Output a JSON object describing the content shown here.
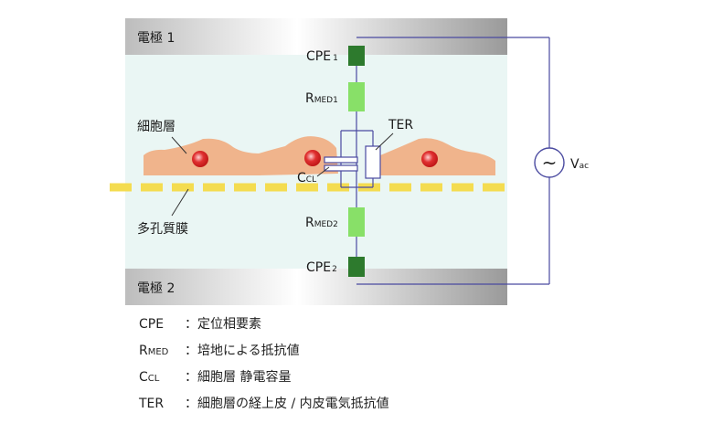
{
  "electrode_top": {
    "label": "電極 1"
  },
  "electrode_bottom": {
    "label": "電極 2"
  },
  "cell_layer": {
    "label": "細胞層"
  },
  "porous_membrane": {
    "label": "多孔質膜"
  },
  "components": {
    "cpe1": {
      "main": "CPE",
      "sub": "1"
    },
    "rmed1": {
      "main": "R",
      "sub": "MED1"
    },
    "ter": {
      "main": "TER"
    },
    "ccl": {
      "main": "C",
      "sub": "CL"
    },
    "rmed2": {
      "main": "R",
      "sub": "MED2"
    },
    "cpe2": {
      "main": "CPE",
      "sub": "2"
    }
  },
  "source": {
    "symbol": "~",
    "main": "V",
    "sub": "ac"
  },
  "legend": [
    {
      "key_main": "CPE",
      "key_sub": "",
      "desc": "：定位相要素"
    },
    {
      "key_main": "R",
      "key_sub": "MED",
      "desc": "：培地による抵抗値"
    },
    {
      "key_main": "C",
      "key_sub": "CL",
      "desc": "：細胞層 静電容量"
    },
    {
      "key_main": "TER",
      "key_sub": "",
      "desc": "：細胞層の経上皮 / 内皮電気抵抗値"
    }
  ],
  "colors": {
    "cpe": "#2d7a2d",
    "rmed": "#88e068",
    "medium": "#eaf6f4",
    "cell": "#f0b48c",
    "nucleus": "#e03030",
    "membrane": "#f4dc50",
    "wire": "#4a4aa0"
  }
}
